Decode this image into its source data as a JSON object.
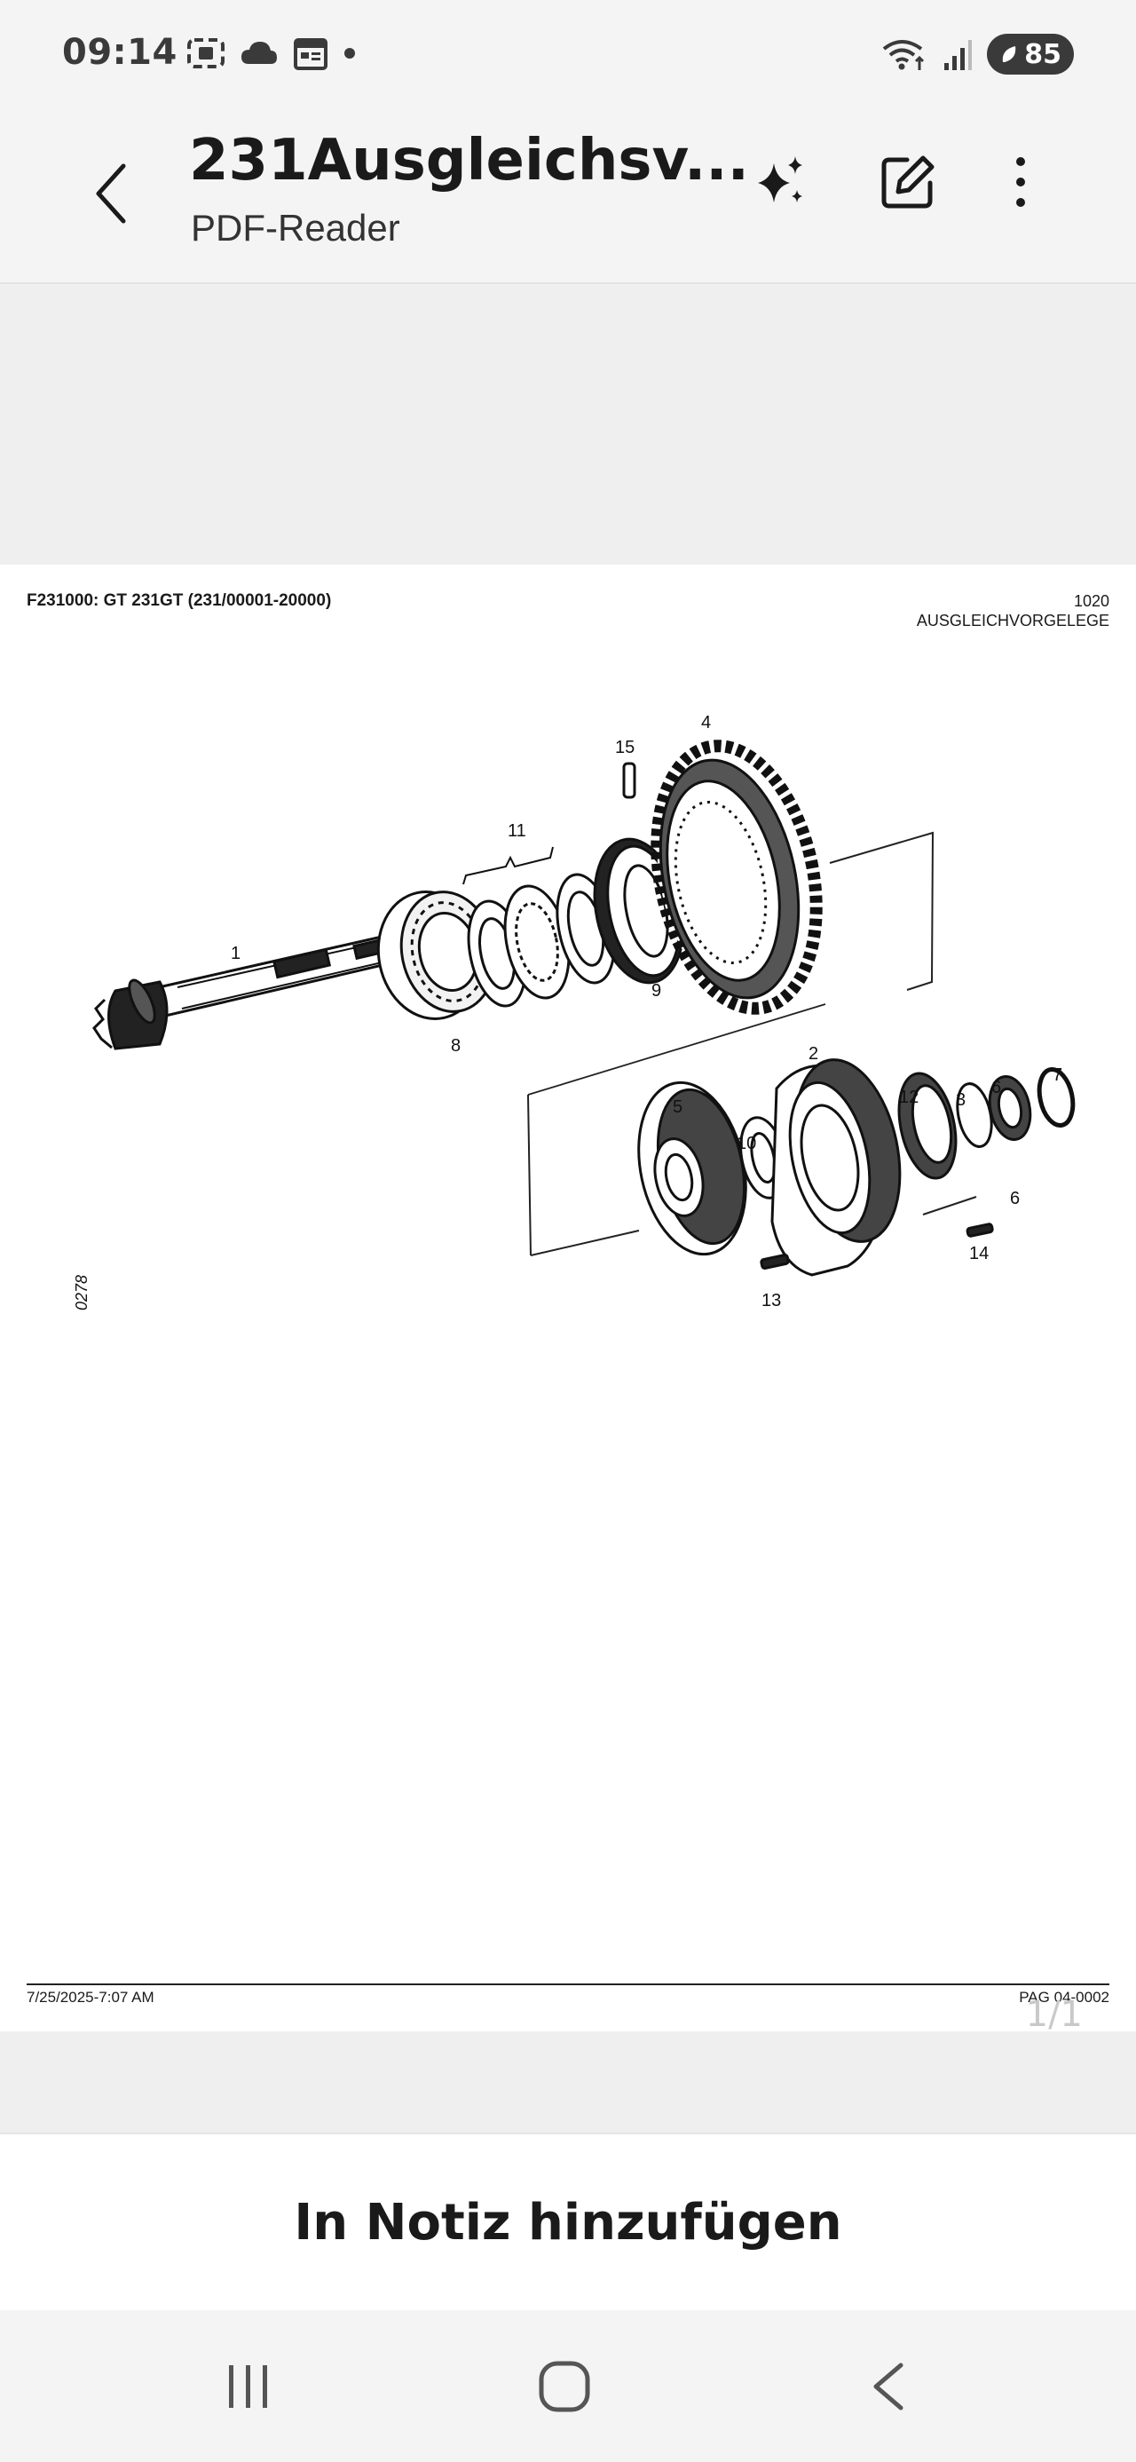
{
  "status_bar": {
    "time": "09:14",
    "battery": "85",
    "icons": [
      "screenshot-icon",
      "cloud-icon",
      "calendar-icon",
      "dot-icon",
      "wifi-icon",
      "signal-icon",
      "battery-icon"
    ]
  },
  "app_bar": {
    "title": "231Ausgleichsv...",
    "subtitle": "PDF-Reader",
    "icons": [
      "back-arrow-icon",
      "sparkle-icon",
      "edit-icon",
      "more-vert-icon"
    ]
  },
  "pdf_page": {
    "header_left": "F231000: GT 231GT (231/00001-20000)",
    "header_right_line1": "1020",
    "header_right_line2": "AUSGLEICHVORGELEGE",
    "footer_left": "7/25/2025-7:07 AM",
    "footer_right": "PAG 04-0002",
    "page_indicator": "1/1",
    "vertical_code": "0278",
    "callouts": {
      "c1": "1",
      "c2": "2",
      "c3": "3",
      "c4": "4",
      "c5": "5",
      "c6a": "6",
      "c6b": "6",
      "c7": "7",
      "c8": "8",
      "c9": "9",
      "c10": "10",
      "c11": "11",
      "c12": "12",
      "c13": "13",
      "c14": "14",
      "c15": "15"
    }
  },
  "bottom_action": {
    "label": "In Notiz hinzufügen"
  },
  "nav_bar": {
    "icons": [
      "recent-apps-icon",
      "home-icon",
      "back-icon"
    ]
  },
  "colors": {
    "background": "#f0f0f0",
    "bar": "#f4f4f4",
    "text": "#1a1a1a",
    "battery_pill": "#3a3a3a"
  }
}
